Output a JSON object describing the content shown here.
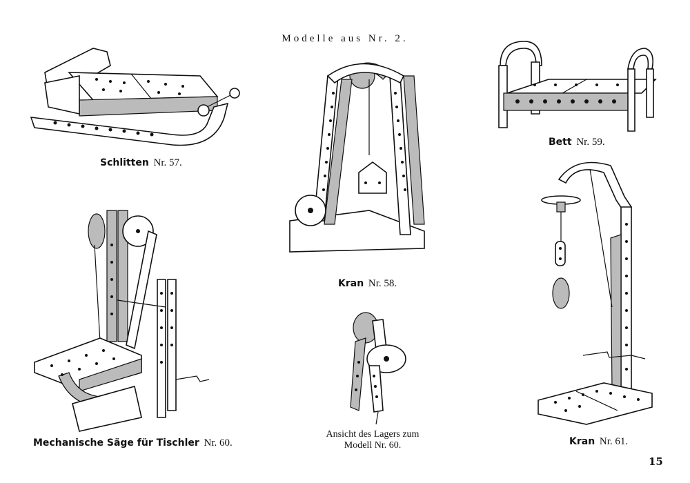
{
  "page": {
    "title": "Modelle aus Nr. 2.",
    "page_number": "15"
  },
  "models": [
    {
      "id": "schlitten",
      "name": "Schlitten",
      "number": "Nr. 57."
    },
    {
      "id": "kran-58",
      "name": "Kran",
      "number": "Nr. 58."
    },
    {
      "id": "bett",
      "name": "Bett",
      "number": "Nr. 59."
    },
    {
      "id": "saege",
      "name": "Mechanische Säge für Tischler",
      "number": "Nr. 60."
    },
    {
      "id": "kran-61",
      "name": "Kran",
      "number": "Nr. 61."
    }
  ],
  "detail": {
    "line1": "Ansicht des Lagers zum",
    "line2": "Modell Nr. 60."
  }
}
